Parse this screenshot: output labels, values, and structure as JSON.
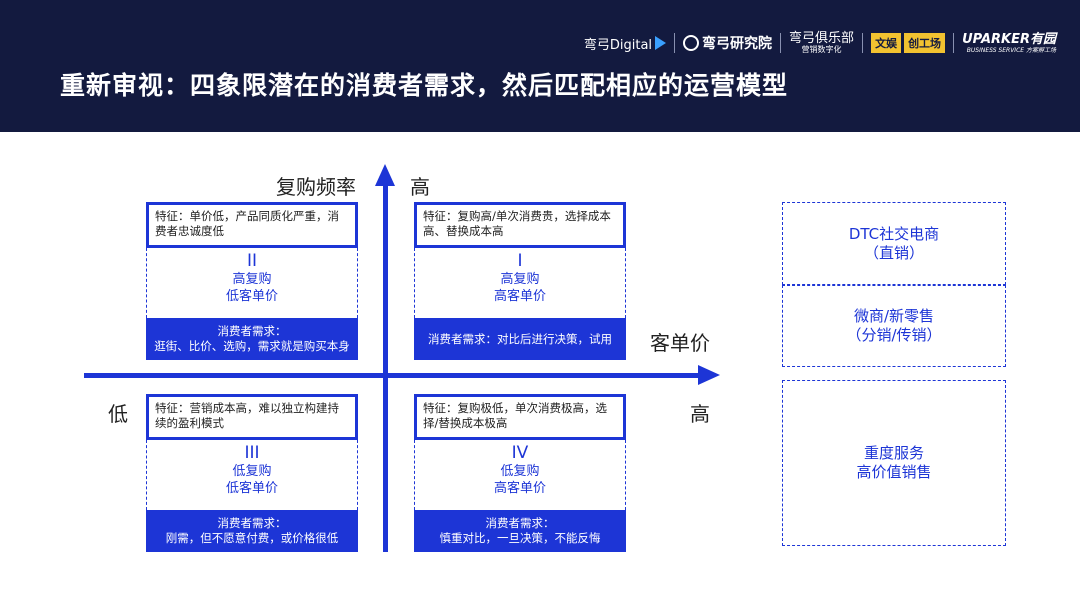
{
  "header": {
    "title": "重新审视：四象限潜在的消费者需求，然后匹配相应的运营模型",
    "logos": [
      "弯弓Digital",
      "弯弓研究院",
      "弯弓俱乐部",
      "营销数字化",
      "文娱",
      "创工场",
      "UPARKER有园",
      "BUSINESS SERVICE",
      "方案孵工场"
    ]
  },
  "axes": {
    "y_label": "复购频率",
    "y_high": "高",
    "x_label": "客单价",
    "x_low": "低",
    "x_high": "高"
  },
  "quadrants": [
    {
      "id": "II",
      "feature": "特征：单价低，产品同质化严重，消费者忠诚度低",
      "line1": "高复购",
      "line2": "低客单价",
      "need_title": "消费者需求：",
      "need_text": "逛街、比价、选购，需求就是购买本身"
    },
    {
      "id": "I",
      "feature": "特征：复购高/单次消费贵，选择成本高、替换成本高",
      "line1": "高复购",
      "line2": "高客单价",
      "need_title": "",
      "need_text": "消费者需求：对比后进行决策，试用"
    },
    {
      "id": "III",
      "feature": "特征：营销成本高，难以独立构建持续的盈利模式",
      "line1": "低复购",
      "line2": "低客单价",
      "need_title": "消费者需求：",
      "need_text": "刚需，但不愿意付费，或价格很低"
    },
    {
      "id": "IV",
      "feature": "特征：复购极低，单次消费极高，选择/替换成本极高",
      "line1": "低复购",
      "line2": "高客单价",
      "need_title": "消费者需求：",
      "need_text": "慎重对比，一旦决策，不能反悔"
    }
  ],
  "models": [
    {
      "line1": "DTC社交电商",
      "line2": "（直销）"
    },
    {
      "line1": "微商/新零售",
      "line2": "（分销/传销）"
    },
    {
      "line1": "重度服务",
      "line2": "高价值销售"
    }
  ],
  "colors": {
    "header_bg": "#131a3f",
    "accent": "#1d35d6"
  }
}
